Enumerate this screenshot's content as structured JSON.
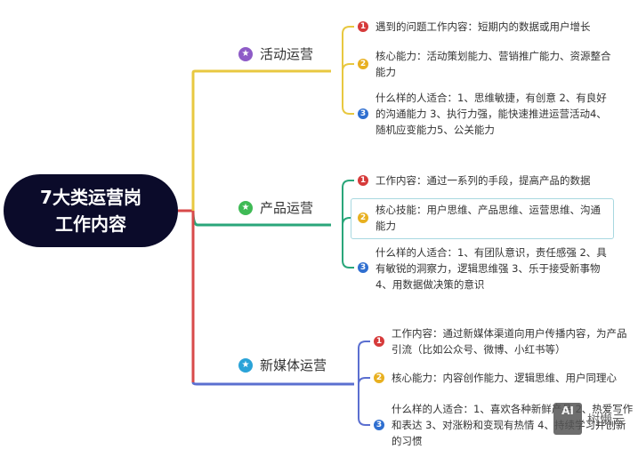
{
  "root": {
    "line1": "7大类运营岗",
    "line2": "工作内容"
  },
  "branches": [
    {
      "label": "活动运营",
      "color": "#e8c840",
      "icon_color": "#8e5bc7",
      "items": [
        {
          "num": "1",
          "text": "遇到的问题工作内容：短期内的数据或用户增长"
        },
        {
          "num": "2",
          "text": "核心能力：活动策划能力、营销推广能力、资源整合能力"
        },
        {
          "num": "3",
          "text": "什么样的人适合：1、思维敏捷，有创意 2、有良好的沟通能力 3、执行力强，能快速推进运营活动4、随机应变能力5、公关能力"
        }
      ]
    },
    {
      "label": "产品运营",
      "color": "#2aa67a",
      "icon_color": "#3fba55",
      "items": [
        {
          "num": "1",
          "text": "工作内容：通过一系列的手段，提高产品的数据"
        },
        {
          "num": "2",
          "text": "核心技能：用户思维、产品思维、运营思维、沟通能力"
        },
        {
          "num": "3",
          "text": "什么样的人适合：1、有团队意识，责任感强 2、具有敏锐的洞察力，逻辑思维强 3、乐于接受新事物4、用数据做决策的意识"
        }
      ]
    },
    {
      "label": "新媒体运营",
      "color": "#5b6fd0",
      "icon_color": "#2aa3d8",
      "items": [
        {
          "num": "1",
          "text": "工作内容：通过新媒体渠道向用户传播内容，为产品引流（比如公众号、微博、小红书等）"
        },
        {
          "num": "2",
          "text": "核心能力：内容创作能力、逻辑思维、用户同理心"
        },
        {
          "num": "3",
          "text": "什么样的人适合：1、喜欢各种新鲜产品 2、热爱写作和表达 3、对涨粉和变现有热情 4、持续学习并创新的习惯"
        }
      ]
    }
  ],
  "trunk_color": "#d84a4a",
  "num_colors": {
    "1": "#d63a3a",
    "2": "#e8b020",
    "3": "#2f6fd0"
  },
  "watermark": {
    "badge": "AI",
    "text": "树懒云"
  }
}
